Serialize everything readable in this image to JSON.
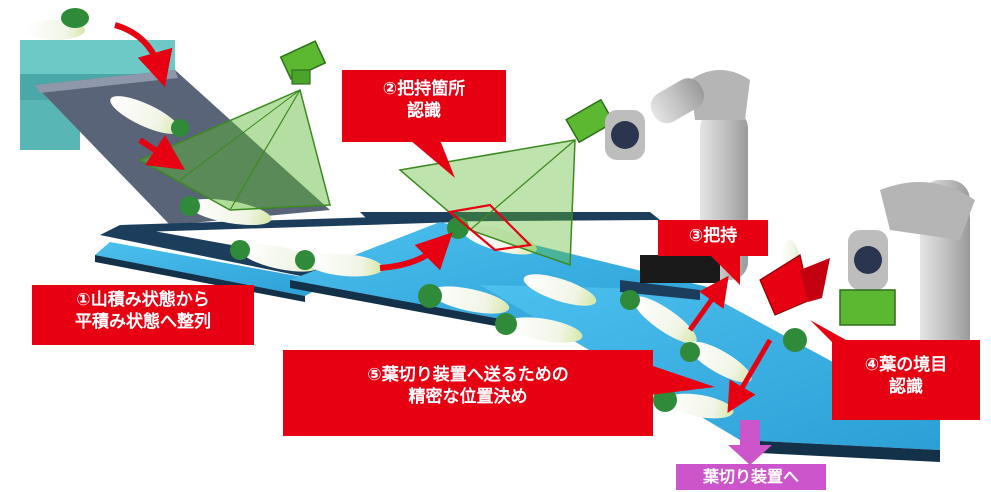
{
  "steps": [
    {
      "id": "align",
      "line1": "①山積み状態から",
      "line2": "平積み状態へ整列"
    },
    {
      "id": "grip_point",
      "line1": "②把持箇所",
      "line2": "認識"
    },
    {
      "id": "grip",
      "line1": "③把持",
      "line2": ""
    },
    {
      "id": "leaf",
      "line1": "④葉の境目",
      "line2": "認識"
    },
    {
      "id": "position",
      "line1": "⑤葉切り装置へ送るための",
      "line2": "精密な位置決め"
    }
  ],
  "destination": {
    "label": "葉切り装置へ"
  },
  "colors": {
    "label_red": "#e60012",
    "destination_purple": "#cc55cc",
    "conveyor_blue": "#3aaee0",
    "conveyor_dark": "#1d3d5c",
    "camera_green": "#5cb830",
    "arrow_red": "#e60012",
    "robot_gray": "#c8c8c8",
    "hopper_teal": "#5fbfbf"
  },
  "icons": [
    "camera-icon",
    "robot-arm-icon",
    "gripper-icon",
    "daikon-icon",
    "curved-arrow-icon"
  ]
}
